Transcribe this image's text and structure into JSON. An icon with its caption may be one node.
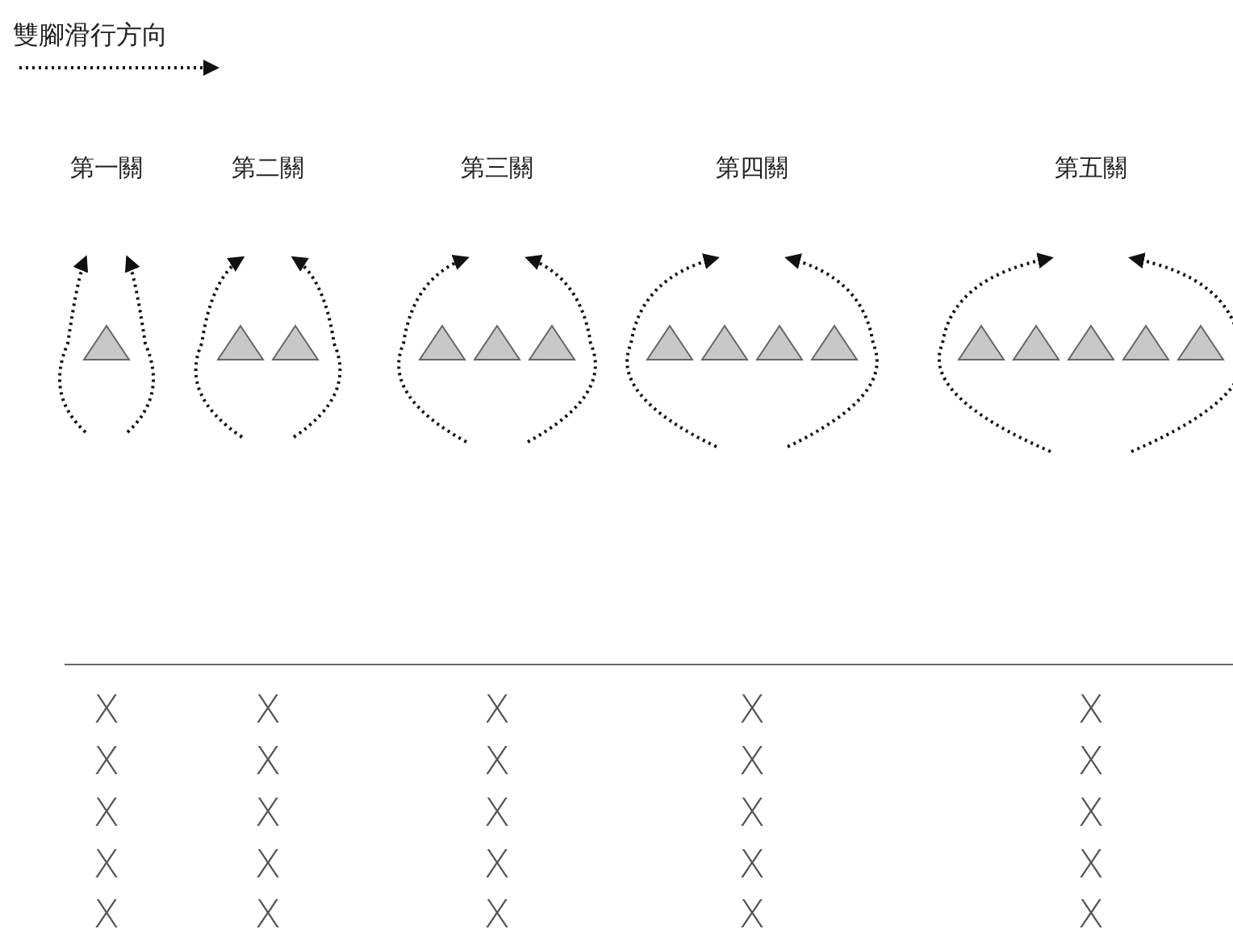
{
  "diagram": {
    "legend": [
      {
        "text": "雙腳滑行方向"
      }
    ],
    "labels": [
      "第一關",
      "第二關",
      "第三關",
      "第四關",
      "第五關",
      "X",
      "X",
      "X",
      "X",
      "X",
      "X",
      "X",
      "X",
      "X",
      "X",
      "X",
      "X",
      "X",
      "X",
      "X",
      "X",
      "X",
      "X",
      "X",
      "X",
      "X",
      "X",
      "X",
      "X",
      "X"
    ]
  }
}
